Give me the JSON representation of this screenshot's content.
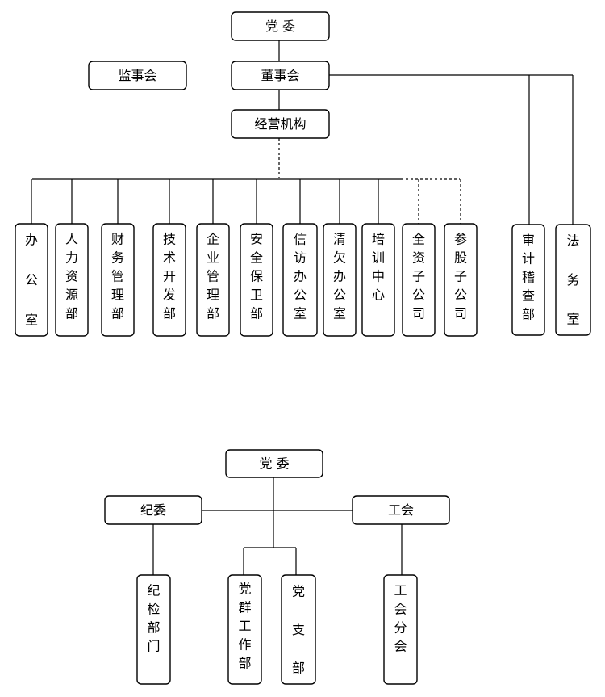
{
  "top_chart": {
    "party_committee": "党  委",
    "board_of_supervisors": "监事会",
    "board_of_directors": "董事会",
    "management": "经营机构",
    "departments": [
      {
        "label": "办公室",
        "spaced": true
      },
      {
        "label": "人力资源部"
      },
      {
        "label": "财务管理部"
      },
      {
        "label": "技术开发部"
      },
      {
        "label": "企业管理部"
      },
      {
        "label": "安全保卫部"
      },
      {
        "label": "信访办公室"
      },
      {
        "label": "清欠办公室"
      },
      {
        "label": "培训中心"
      },
      {
        "label": "全资子公司"
      },
      {
        "label": "参股子公司"
      }
    ],
    "direct_units": [
      {
        "label": "审计稽查部"
      },
      {
        "label": "法务室",
        "spaced": true
      }
    ]
  },
  "bottom_chart": {
    "party_committee": "党  委",
    "discipline_committee": "纪委",
    "trade_union": "工会",
    "discipline_dept": "纪检部门",
    "party_affairs_dept": "党群工作部",
    "party_branch": "党支部",
    "trade_union_branch": "工会分会"
  }
}
